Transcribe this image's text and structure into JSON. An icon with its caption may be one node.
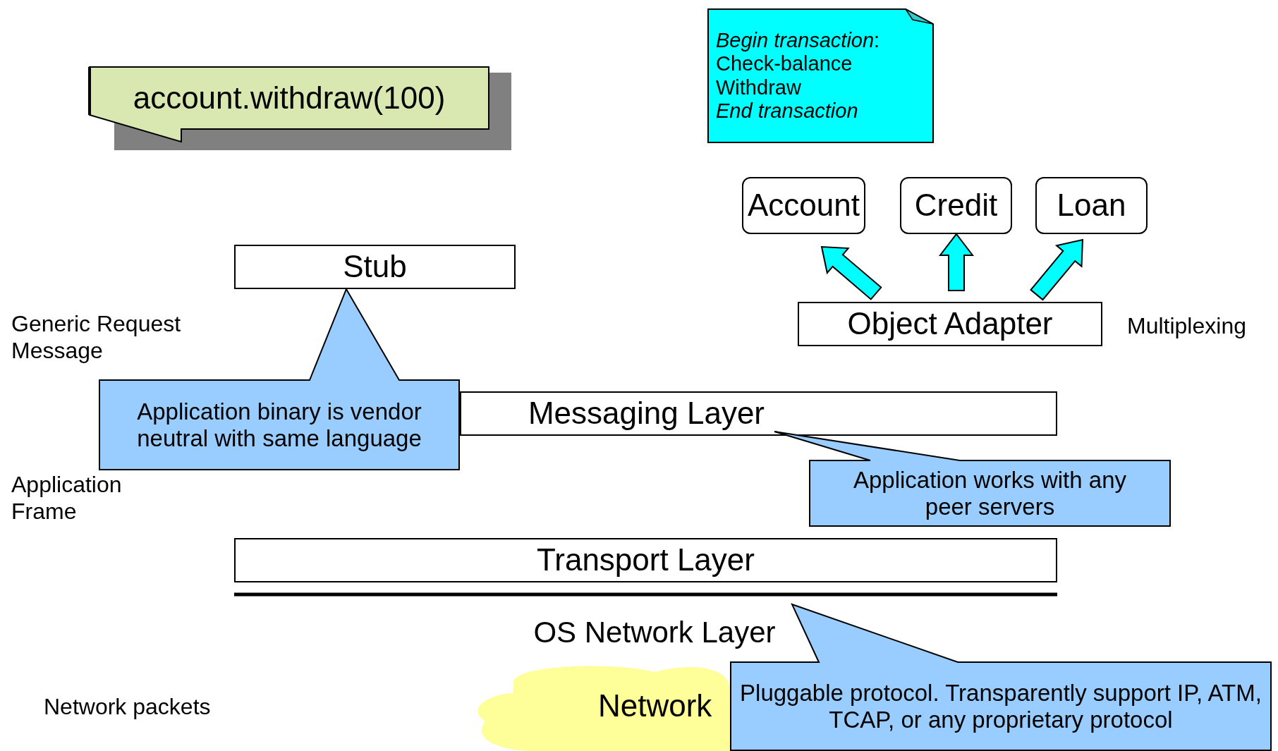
{
  "diagram": {
    "nodes": [
      {
        "text": [
          "account.withdraw(100)"
        ]
      },
      {
        "text": [
          "*Begin transaction*:",
          "Check-balance",
          "Withdraw",
          "End transaction"
        ]
      },
      {
        "text": [
          "Account"
        ]
      },
      {
        "text": [
          "Credit"
        ]
      },
      {
        "text": [
          "Loan"
        ]
      },
      {
        "text": [
          "Stub"
        ]
      },
      {
        "text": [
          "Object Adapter"
        ]
      },
      {
        "text": [
          "Messaging Layer"
        ]
      },
      {
        "text": [
          "Application binary is vendor neutral with same language"
        ]
      },
      {
        "text": [
          "Application works with any peer servers"
        ]
      },
      {
        "text": [
          "Transport Layer"
        ]
      },
      {
        "text": [
          "Network"
        ]
      },
      {
        "text": [
          "Pluggable protocol. Transparently support IP, ATM, TCAP, or any proprietary protocol"
        ]
      }
    ],
    "edges": [
      {
        "from": 6,
        "to": 2,
        "arrow": "to",
        "style": "thick",
        "color": "#00ffff"
      },
      {
        "from": 6,
        "to": 3,
        "arrow": "to",
        "style": "thick",
        "color": "#00ffff"
      },
      {
        "from": 6,
        "to": 4,
        "arrow": "to",
        "style": "thick",
        "color": "#00ffff"
      }
    ],
    "labels": [
      "Generic Request Message",
      "Multiplexing",
      "Application Frame",
      "OS Network Layer",
      "Network packets"
    ]
  }
}
